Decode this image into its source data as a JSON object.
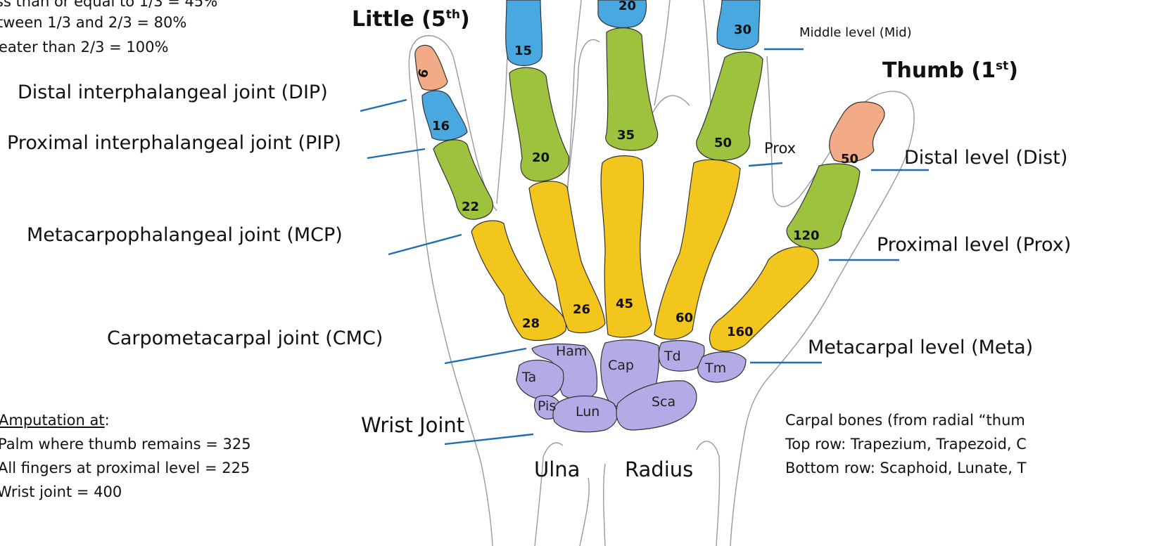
{
  "legend": {
    "lines": [
      "ss than or equal to 1/3 = 45%",
      "tween 1/3 and 2/3 = 80%",
      "eater than 2/3 = 100%"
    ]
  },
  "fingers": {
    "little": {
      "name": "Little (5",
      "sup": "th",
      "close": ")"
    },
    "thumb": {
      "name": "Thumb (1",
      "sup": "st",
      "close": ")"
    }
  },
  "joints": {
    "dip": "Distal interphalangeal joint (DIP)",
    "pip": "Proximal interphalangeal joint (PIP)",
    "mcp": "Metacarpophalangeal joint (MCP)",
    "cmc": "Carpometacarpal joint (CMC)",
    "wrist": "Wrist Joint"
  },
  "levels": {
    "mid": "Middle level (Mid)",
    "dist": "Distal level (Dist)",
    "prox": "Proximal level (Prox)",
    "prox_short": "Prox",
    "meta": "Metacarpal level (Meta)"
  },
  "amputation": {
    "heading": "Amputation at",
    "colon": ":",
    "items": [
      "Palm where thumb remains = 325",
      "All fingers at proximal level = 225",
      "Wrist joint = 400"
    ]
  },
  "forearm": {
    "ulna": "Ulna",
    "radius": "Radius"
  },
  "carpal_note": {
    "lines": [
      "Carpal bones (from radial “thum",
      "Top row: Trapezium, Trapezoid, C",
      "Bottom row: Scaphoid, Lunate, T"
    ]
  },
  "bone_values": {
    "little_distal": "6",
    "little_middle": "16",
    "little_proximal": "22",
    "little_meta": "28",
    "ring_middle": "15",
    "ring_proximal": "20",
    "ring_meta": "26",
    "middle_middle": "20",
    "middle_proximal": "35",
    "middle_meta": "45",
    "index_middle": "30",
    "index_proximal": "50",
    "index_meta": "60",
    "thumb_distal": "50",
    "thumb_proximal": "120",
    "thumb_meta": "160"
  },
  "carpals": {
    "ham": "Ham",
    "cap": "Cap",
    "td": "Td",
    "tm": "Tm",
    "ta": "Ta",
    "pis": "Pis",
    "lun": "Lun",
    "sca": "Sca"
  },
  "colors": {
    "distal": "#f2ab86",
    "middle": "#4aa8e0",
    "proximal": "#9cc23e",
    "metacarpal": "#f2c61c",
    "carpal": "#b3abe6",
    "leader": "#1f6db3"
  }
}
